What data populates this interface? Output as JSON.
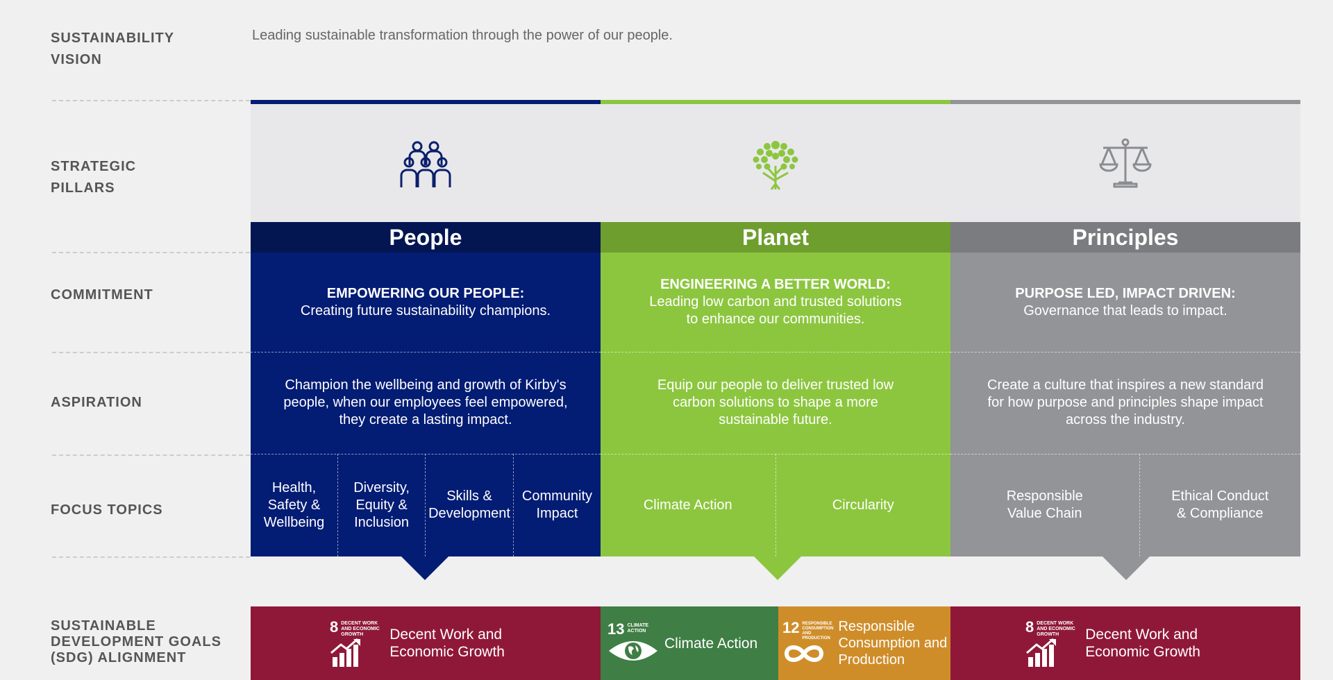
{
  "row_labels": {
    "vision": "SUSTAINABILITY\nVISION",
    "pillars": "STRATEGIC\nPILLARS",
    "commitment": "COMMITMENT",
    "aspiration": "ASPIRATION",
    "focus": "FOCUS TOPICS",
    "sdg": "SUSTAINABLE\nDEVELOPMENT GOALS\n(SDG) ALIGNMENT"
  },
  "vision_text": "Leading sustainable transformation through the power of our people.",
  "pillars": [
    {
      "name": "People",
      "icon": "people-group-icon",
      "commitment_title": "EMPOWERING OUR PEOPLE:",
      "commitment_text": "Creating future sustainability champions.",
      "aspiration": "Champion the wellbeing and growth of Kirby's people, when our employees feel empowered, they create a lasting impact.",
      "topics": [
        "Health, Safety & Wellbeing",
        "Diversity, Equity & Inclusion",
        "Skills & Development",
        "Community Impact"
      ]
    },
    {
      "name": "Planet",
      "icon": "tree-icon",
      "commitment_title": "ENGINEERING A BETTER WORLD:",
      "commitment_text": "Leading low carbon and trusted solutions to enhance our communities.",
      "aspiration": "Equip our people to deliver trusted low carbon solutions to shape a more sustainable future.",
      "topics": [
        "Climate Action",
        "Circularity"
      ]
    },
    {
      "name": "Principles",
      "icon": "scales-icon",
      "commitment_title": "PURPOSE LED, IMPACT DRIVEN:",
      "commitment_text": "Governance that leads to impact.",
      "aspiration": "Create a culture that inspires a new standard for how purpose and principles shape impact across the industry.",
      "topics": [
        "Responsible Value Chain",
        "Ethical Conduct & Compliance"
      ]
    }
  ],
  "sdgs": [
    {
      "number": "8",
      "small": "DECENT WORK AND ECONOMIC GROWTH",
      "label": "Decent Work and Economic Growth",
      "icon": "growth-chart-icon"
    },
    {
      "number": "13",
      "small": "CLIMATE ACTION",
      "label": "Climate Action",
      "icon": "earth-eye-icon"
    },
    {
      "number": "12",
      "small": "RESPONSIBLE CONSUMPTION AND PRODUCTION",
      "label": "Responsible Consumption and Production",
      "icon": "infinity-icon"
    },
    {
      "number": "8",
      "small": "DECENT WORK AND ECONOMIC GROWTH",
      "label": "Decent Work and Economic Growth",
      "icon": "growth-chart-icon"
    }
  ],
  "colors": {
    "people": "#031c74",
    "people_head": "#031652",
    "planet": "#8cc63f",
    "planet_head": "#6e9e2e",
    "principles": "#929497",
    "principles_head": "#7a7c7f",
    "sdg8": "#8f1838",
    "sdg13": "#3f7e44",
    "sdg12": "#cf8d2a"
  }
}
